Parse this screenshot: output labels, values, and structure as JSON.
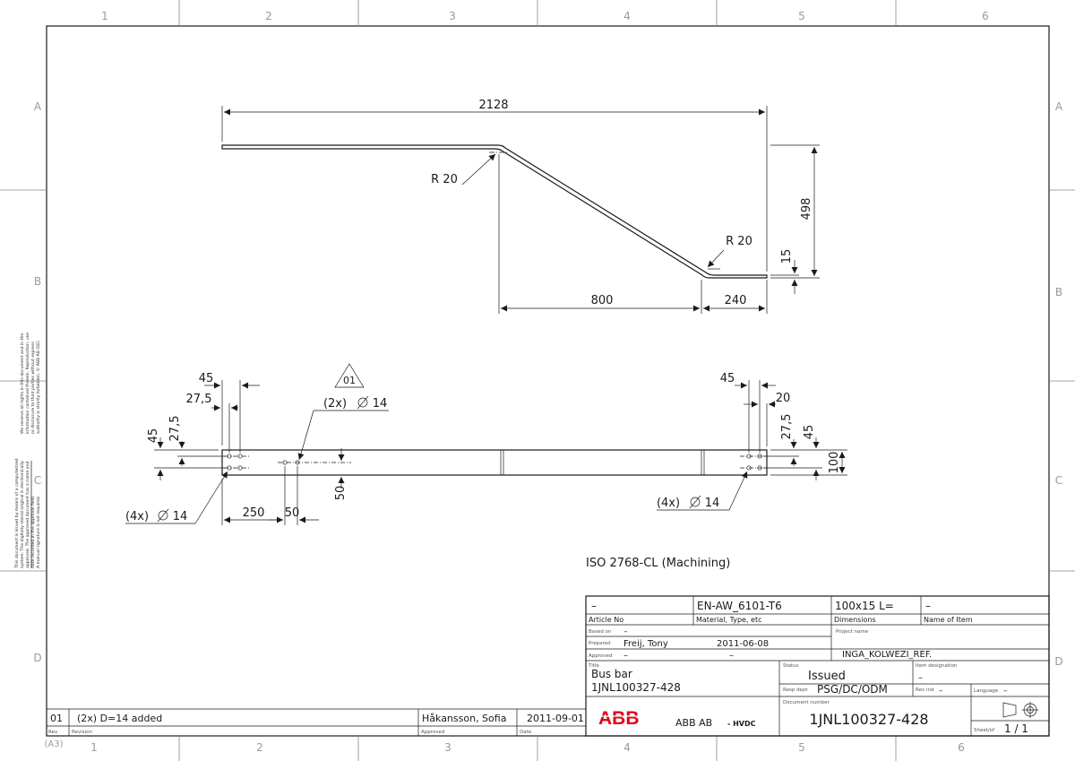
{
  "border": {
    "columns": [
      "1",
      "2",
      "3",
      "4",
      "5",
      "6"
    ],
    "rows": [
      "A",
      "B",
      "C",
      "D"
    ],
    "sheet_size": "(A3)"
  },
  "margin_notes": {
    "copyright": [
      "We reserve all rights in this document and in the",
      "information contained therein. Reproduction, use",
      "or disclosure to third parties without express",
      "authority is strictly forbidden.  © ABB AB  (SE)"
    ],
    "approval": [
      "This document is issued by means of a computerized",
      "system. The digitally stored original is electronically",
      "approved. The approved document has a name and",
      "date recorded in the approval field.",
      "A manual signature is not required."
    ]
  },
  "side_view": {
    "total_length": "2128",
    "bend_radius_1": "R 20",
    "bend_radius_2": "R 20",
    "height": "498",
    "thickness": "15",
    "offset_length": "800",
    "end_length": "240"
  },
  "plan_view": {
    "revision_marker": "01",
    "left": {
      "hole_spacing_1": "45",
      "hole_spacing_2": "27,5",
      "vertical_45": "45",
      "vertical_27_5": "27,5",
      "holes_4x": "(4x)",
      "hole_dia_4x": "14",
      "holes_2x": "(2x)",
      "hole_dia_2x": "14",
      "dist_250": "250",
      "dist_50": "50",
      "vertical_50": "50"
    },
    "right": {
      "hole_spacing_45": "45",
      "hole_spacing_20": "20",
      "vertical_27_5": "27,5",
      "vertical_45": "45",
      "width": "100",
      "holes_4x": "(4x)",
      "hole_dia_4x": "14"
    },
    "tolerance_note": "ISO 2768-CL (Machining)"
  },
  "title_block": {
    "article_no_value": "–",
    "material_value": "EN-AW_6101-T6",
    "dimensions_value": "100x15 L=",
    "name_of_item_value": "–",
    "label_article_no": "Article No",
    "label_material": "Material, Type, etc",
    "label_dimensions": "Dimensions",
    "label_name_of_item": "Name of Item",
    "label_based_on": "Based on",
    "based_on_value": "–",
    "label_prepared": "Prepared",
    "prepared_value": "Freij, Tony",
    "prepared_date": "2011-06-08",
    "label_approved": "Approved",
    "approved_value": "–",
    "approved_date": "–",
    "label_project_name": "Project name",
    "project_name_value": "INGA_KOLWEZI_REF.",
    "label_title": "Title",
    "title_line1": "Bus bar",
    "title_line2": "1JNL100327-428",
    "label_status": "Status",
    "status_value": "Issued",
    "label_item_designation": "Item designation",
    "item_designation_value": "–",
    "label_resp_dept": "Resp dept",
    "resp_dept_value": "PSG/DC/ODM",
    "label_rev_ind": "Rev ind",
    "rev_ind_value": "–",
    "label_language": "Language",
    "language_value": "–",
    "label_document_number": "Document number",
    "document_number_value": "1JNL100327-428",
    "company_logo": "ABB",
    "company_name": "ABB AB",
    "company_division": "- HVDC",
    "label_sheet": "Sheet/of",
    "sheet_value": "1 / 1"
  },
  "revision_block": {
    "rev": "01",
    "description": "(2x) D=14 added",
    "approved_by": "Håkansson, Sofia",
    "date": "2011-09-01",
    "label_rev": "Rev",
    "label_revision": "Revision",
    "label_approved": "Approved",
    "label_date": "Date"
  }
}
